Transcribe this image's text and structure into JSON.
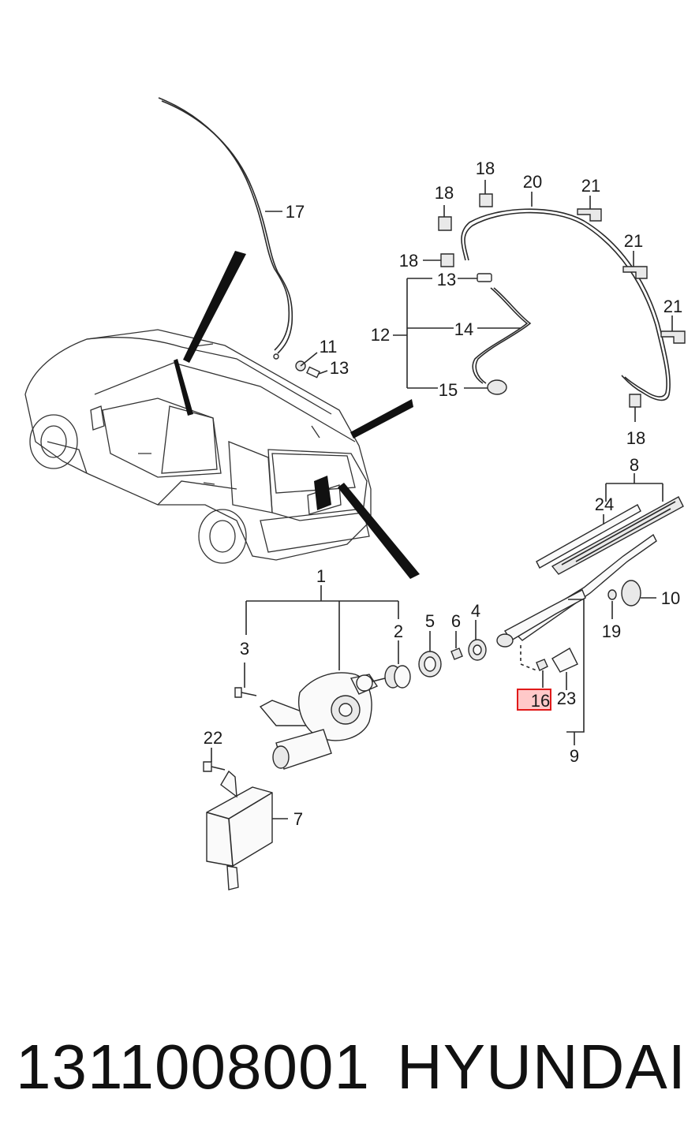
{
  "callouts": {
    "c1": "1",
    "c2": "2",
    "c3": "3",
    "c4": "4",
    "c5": "5",
    "c6": "6",
    "c7": "7",
    "c8": "8",
    "c9": "9",
    "c10": "10",
    "c11": "11",
    "c12": "12",
    "c13a": "13",
    "c13b": "13",
    "c14": "14",
    "c15": "15",
    "c16": "16",
    "c17": "17",
    "c18a": "18",
    "c18b": "18",
    "c18c": "18",
    "c18d": "18",
    "c19": "19",
    "c20": "20",
    "c21a": "21",
    "c21b": "21",
    "c21c": "21",
    "c22": "22",
    "c23": "23",
    "c24": "24"
  },
  "highlight": {
    "label": "16",
    "color": "#e01a1a"
  },
  "footer": {
    "part_number": "1311008001",
    "brand": "HYUNDAI"
  }
}
